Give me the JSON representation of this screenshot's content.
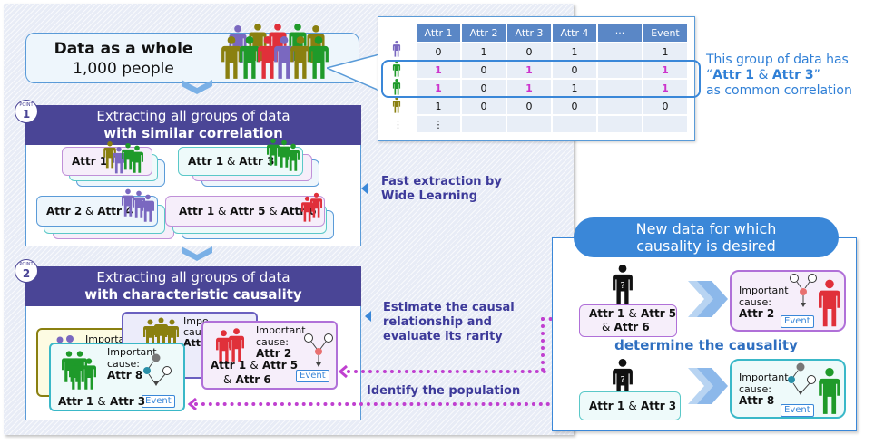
{
  "overview": {
    "title": "Data as a whole",
    "count": "1,000 people"
  },
  "table": {
    "headers": [
      "Attr 1",
      "Attr 2",
      "Attr 3",
      "Attr 4",
      "···",
      "Event"
    ],
    "rows": [
      {
        "person_color": "#7a68c0",
        "cells": [
          "0",
          "1",
          "0",
          "1",
          "",
          "1"
        ],
        "highlight": false
      },
      {
        "person_color": "#1f9a2a",
        "cells": [
          "1",
          "0",
          "1",
          "0",
          "",
          "1"
        ],
        "highlight": true
      },
      {
        "person_color": "#1f9a2a",
        "cells": [
          "1",
          "0",
          "1",
          "1",
          "",
          "1"
        ],
        "highlight": true
      },
      {
        "person_color": "#8a8010",
        "cells": [
          "1",
          "0",
          "0",
          "0",
          "",
          "0"
        ],
        "highlight": false
      },
      {
        "person_color": "",
        "cells": [
          "⋮",
          "",
          "",
          "",
          "",
          ""
        ],
        "highlight": false
      }
    ],
    "row_ellipsis": "⋮"
  },
  "group_note": {
    "line1": "This group of data has",
    "open_quote": "“",
    "attr_a": "Attr 1",
    "amp": " & ",
    "attr_b": "Attr 3",
    "close_quote": "”",
    "line3": "as common correlation"
  },
  "point1": {
    "badge_label": "POINT",
    "badge_number": "1",
    "header_line1": "Extracting all groups of data",
    "header_line2": "with similar correlation",
    "groups": [
      {
        "parts": [
          "Attr 1"
        ]
      },
      {
        "parts": [
          "Attr 1",
          "Attr 3"
        ]
      },
      {
        "parts": [
          "Attr 2",
          "Attr 4"
        ]
      },
      {
        "parts": [
          "Attr 1",
          "Attr 5",
          "Attr 6"
        ]
      }
    ],
    "callout": "Fast extraction by Wide Learning",
    "callout_line1": "Fast extraction by",
    "callout_line2": "Wide Learning"
  },
  "point2": {
    "badge_label": "POINT",
    "badge_number": "2",
    "header_line1": "Extracting all groups of data",
    "header_line2": "with characteristic causality",
    "back_cards": [
      {
        "partial_text": "Importa"
      },
      {
        "partial_text_1": "Impo",
        "partial_text_2": "caus",
        "partial_text_3": "Attr"
      }
    ],
    "cards": [
      {
        "important": "Important",
        "cause": "cause:",
        "attr": "Attr 8",
        "group_a": "Attr 1",
        "amp": "&",
        "group_b": "Attr 3",
        "event": "Event"
      },
      {
        "important": "Important",
        "cause": "cause:",
        "attr": "Attr 2",
        "group_line1_a": "Attr 1",
        "amp": "&",
        "group_line1_b": "Attr 5",
        "group_line2": "Attr 6",
        "event": "Event"
      }
    ],
    "callout_line1": "Estimate the causal",
    "callout_line2": "relationship and",
    "callout_line3": "evaluate its rarity",
    "identify": "Identify the population"
  },
  "new_data": {
    "header_line1": "New data for which",
    "header_line2": "causality is desired",
    "determine": "determine the causality",
    "cases": [
      {
        "attr_a": "Attr 1",
        "amp": "&",
        "attr_b": "Attr 5",
        "attr_c": "Attr 6",
        "important": "Important",
        "cause": "cause:",
        "result": "Attr 2",
        "event": "Event",
        "person_color": "#e0303a"
      },
      {
        "attr_a": "Attr 1",
        "amp": "&",
        "attr_b": "Attr 3",
        "important": "Important",
        "cause": "cause:",
        "result": "Attr 8",
        "event": "Event",
        "person_color": "#1f9a2a"
      }
    ],
    "unknown_mark": "?"
  },
  "colors": {
    "section_header": "#4a4596",
    "accent_blue": "#3a87d8",
    "highlight_magenta": "#cc33cc",
    "dotted_arrow": "#c040d0"
  }
}
